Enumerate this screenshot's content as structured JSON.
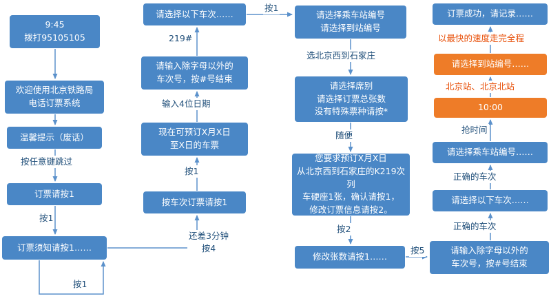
{
  "flowchart": {
    "colors": {
      "box_blue": "#4a87c6",
      "box_orange": "#ee7c28",
      "arrow": "#5b91cb",
      "label_dark": "#1f4e79",
      "label_orange": "#e8500a"
    },
    "nodes": {
      "dial": "9:45\n拨打95105105",
      "welcome": "欢迎使用北京铁路局\n电话订票系统",
      "tips": "温馨提示（废话）",
      "press1_book": "订票请按1",
      "notice": "订票须知请按1……",
      "train_list_2": "请选择以下车次……",
      "enter_train_2": "请输入除字母以外的\n车次号，按#号结束",
      "available": "现在可预订X月X日\n至X日的车票",
      "book_by_train": "按车次订票请按1",
      "choose_station_3": "请选择乘车站编号\n请选择到站编号",
      "choose_seat": "请选择席别\n请选择订票总张数\n没有特殊票种请按*",
      "confirm": "您要求预订X月X日\n从北京西到石家庄的K219次列\n车硬座1张，确认请按1，\n修改订票信息请按2。",
      "modify": "修改张数请按1……",
      "success": "订票成功，请记录……",
      "choose_dest_4": "请选择到站编号……",
      "time_10": "10:00",
      "choose_depart_4": "请选择乘车站编号……",
      "train_list_4": "请选择以下车次……",
      "enter_train_4": "请输入除字母以外的\n车次号，按#号结束"
    },
    "labels": {
      "skip_any_key": "按任意键跳过",
      "press1_a": "按1",
      "press1_loop": "按1",
      "still_3min": "还差3分钟\n按4",
      "train_219": "219#",
      "enter_date": "输入4位日期",
      "press1_b": "按1",
      "press1_c": "按1",
      "pick_route": "选北京西到石家庄",
      "whatever": "随便",
      "press2": "按2",
      "press5": "按5",
      "correct_train_a": "正确的车次",
      "correct_train_b": "正确的车次",
      "grab_time": "抢时间",
      "stations": "北京站、北京北站",
      "fast_finish": "以最快的速度走完全程"
    }
  }
}
